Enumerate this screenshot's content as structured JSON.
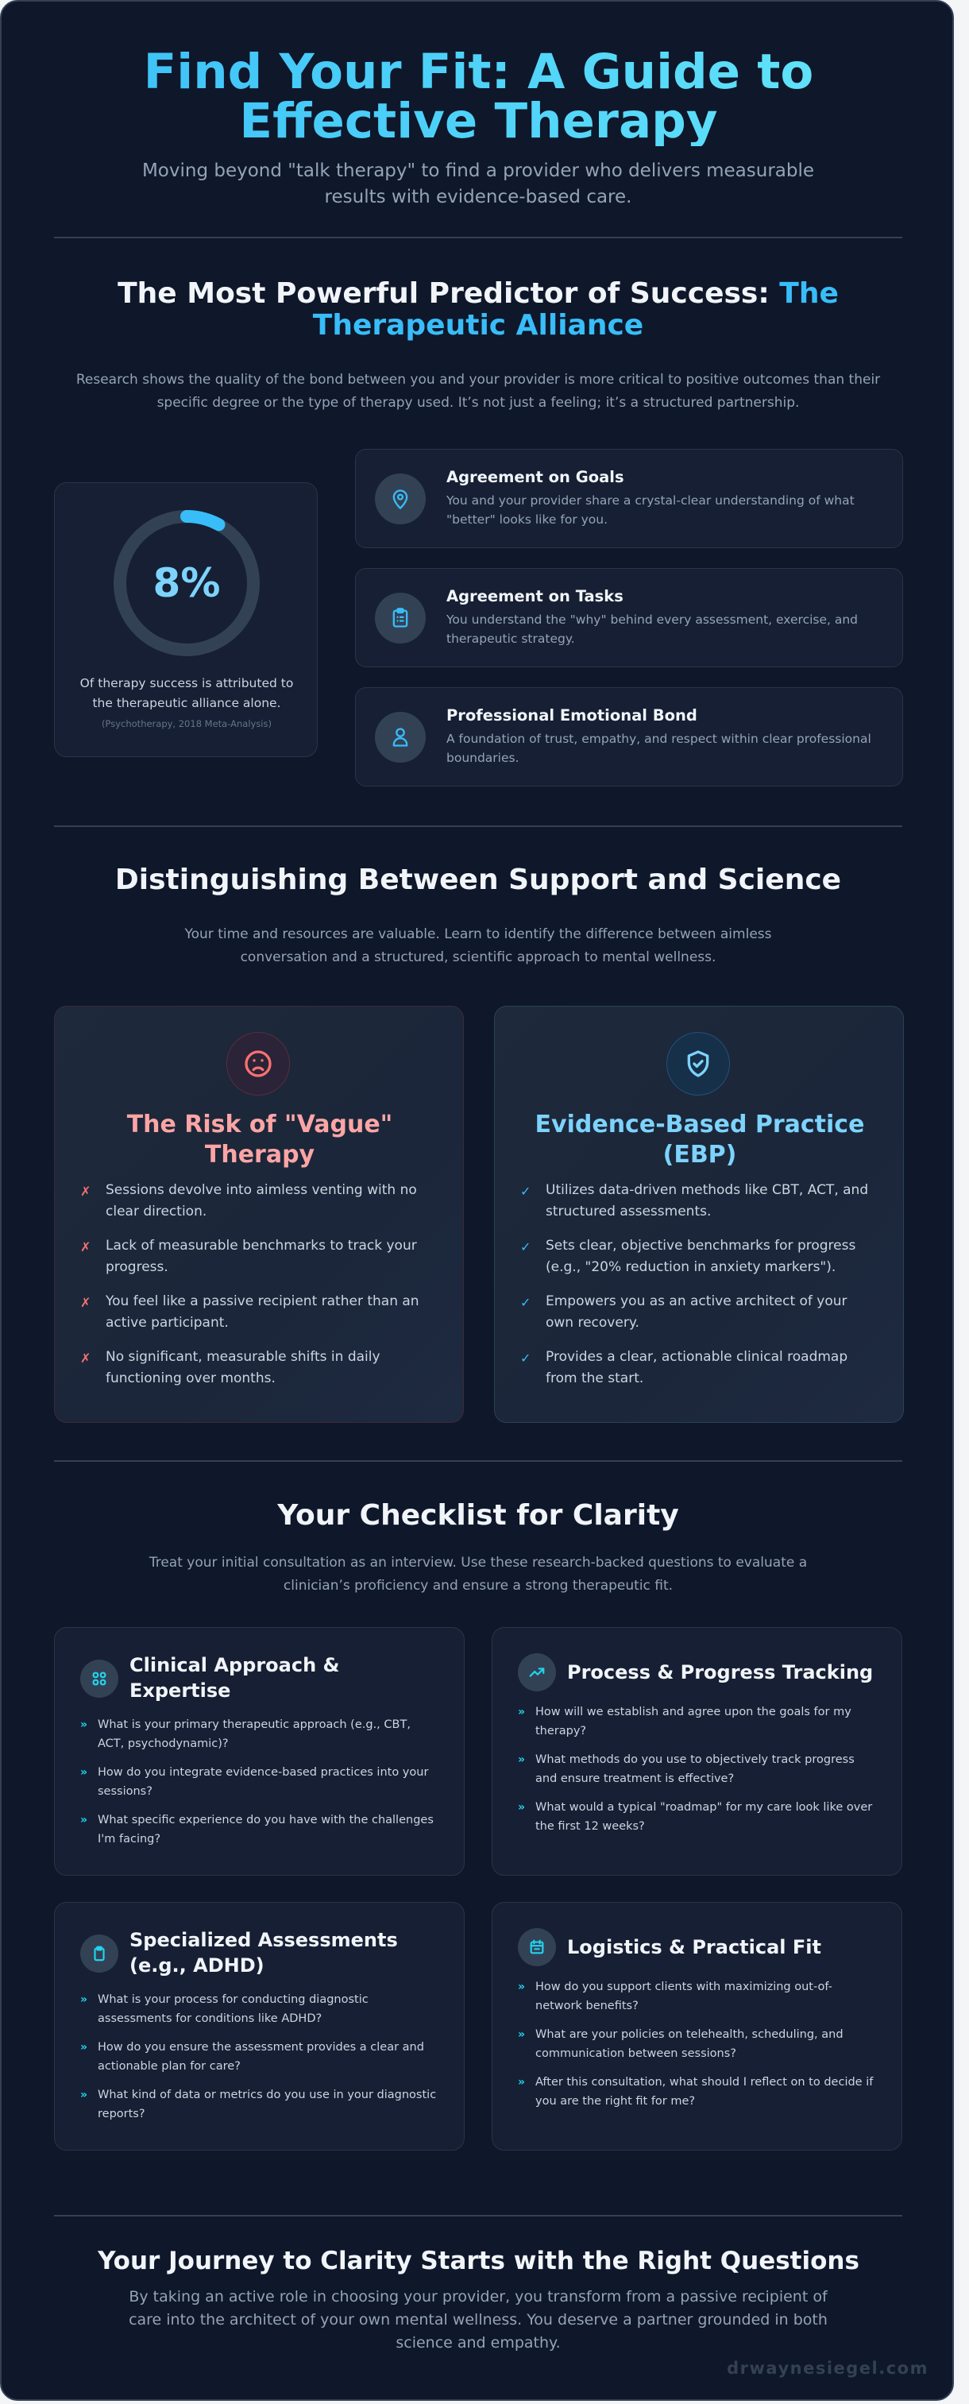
{
  "header": {
    "title": "Find Your Fit: A Guide to Effective Therapy",
    "title_line1": "Find Your Fit: A Guide to",
    "title_line2": "Effective Therapy",
    "subtitle": "Moving beyond \"talk therapy\" to find a provider who delivers measurable results with evidence-based care."
  },
  "alliance": {
    "title_prefix": "The Most Powerful Predictor of Success: ",
    "title_accent": "The Therapeutic Alliance",
    "intro": "Research shows the quality of the bond between you and your provider is more critical to positive outcomes than their specific degree or the type of therapy used. It’s not just a feeling; it’s a structured partnership.",
    "stat": {
      "value": "8%",
      "percent": 8,
      "caption": "Of therapy success is attributed to the therapeutic alliance alone.",
      "source": "(Psychotherapy, 2018 Meta-Analysis)"
    },
    "pillars": [
      {
        "icon": "map-pin-icon",
        "title": "Agreement on Goals",
        "description": "You and your provider share a crystal-clear understanding of what \"better\" looks like for you."
      },
      {
        "icon": "clipboard-list-icon",
        "title": "Agreement on Tasks",
        "description": "You understand the \"why\" behind every assessment, exercise, and therapeutic strategy."
      },
      {
        "icon": "user-icon",
        "title": "Professional Emotional Bond",
        "description": "A foundation of trust, empathy, and respect within clear professional boundaries."
      }
    ]
  },
  "comparison": {
    "title": "Distinguishing Between Support and Science",
    "intro": "Your time and resources are valuable. Learn to identify the difference between aimless conversation and a structured, scientific approach to mental wellness.",
    "risk": {
      "icon": "frown-icon",
      "title": "The Risk of \"Vague\" Therapy",
      "mark": "✗",
      "items": [
        "Sessions devolve into aimless venting with no clear direction.",
        "Lack of measurable benchmarks to track your progress.",
        "You feel like a passive recipient rather than an active participant.",
        "No significant, measurable shifts in daily functioning over months."
      ]
    },
    "ebp": {
      "icon": "shield-check-icon",
      "title": "Evidence-Based Practice (EBP)",
      "mark": "✓",
      "items": [
        "Utilizes data-driven methods like CBT, ACT, and structured assessments.",
        "Sets clear, objective benchmarks for progress (e.g., \"20% reduction in anxiety markers\").",
        "Empowers you as an active architect of your own recovery.",
        "Provides a clear, actionable clinical roadmap from the start."
      ]
    }
  },
  "checklist": {
    "title": "Your Checklist for Clarity",
    "intro": "Treat your initial consultation as an interview. Use these research-backed questions to evaluate a clinician’s proficiency and ensure a strong therapeutic fit.",
    "mark": "»",
    "cards": [
      {
        "icon": "grid-icon",
        "title": "Clinical Approach & Expertise",
        "questions": [
          "What is your primary therapeutic approach (e.g., CBT, ACT, psychodynamic)?",
          "How do you integrate evidence-based practices into your sessions?",
          "What specific experience do you have with the challenges I'm facing?"
        ]
      },
      {
        "icon": "trending-up-icon",
        "title": "Process & Progress Tracking",
        "questions": [
          "How will we establish and agree upon the goals for my therapy?",
          "What methods do you use to objectively track progress and ensure treatment is effective?",
          "What would a typical \"roadmap\" for my care look like over the first 12 weeks?"
        ]
      },
      {
        "icon": "clipboard-icon",
        "title": "Specialized Assessments (e.g., ADHD)",
        "questions": [
          "What is your process for conducting diagnostic assessments for conditions like ADHD?",
          "How do you ensure the assessment provides a clear and actionable plan for care?",
          "What kind of data or metrics do you use in your diagnostic reports?"
        ]
      },
      {
        "icon": "calendar-icon",
        "title": "Logistics & Practical Fit",
        "questions": [
          "How do you support clients with maximizing out-of-network benefits?",
          "What are your policies on telehealth, scheduling, and communication between sessions?",
          "After this consultation, what should I reflect on to decide if you are the right fit for me?"
        ]
      }
    ]
  },
  "closing": {
    "title": "Your Journey to Clarity Starts with the Right Questions",
    "text": "By taking an active role in choosing your provider, you transform from a passive recipient of care into the architect of your own mental wellness. You deserve a partner grounded in both science and empathy.",
    "watermark": "drwaynesiegel.com"
  },
  "colors": {
    "background": "#0f172a",
    "card": "#161f33",
    "accent": "#38bdf8",
    "accent_light": "#7dd3fc",
    "risk": "#fca5a5",
    "muted_text": "#94a3b8"
  }
}
